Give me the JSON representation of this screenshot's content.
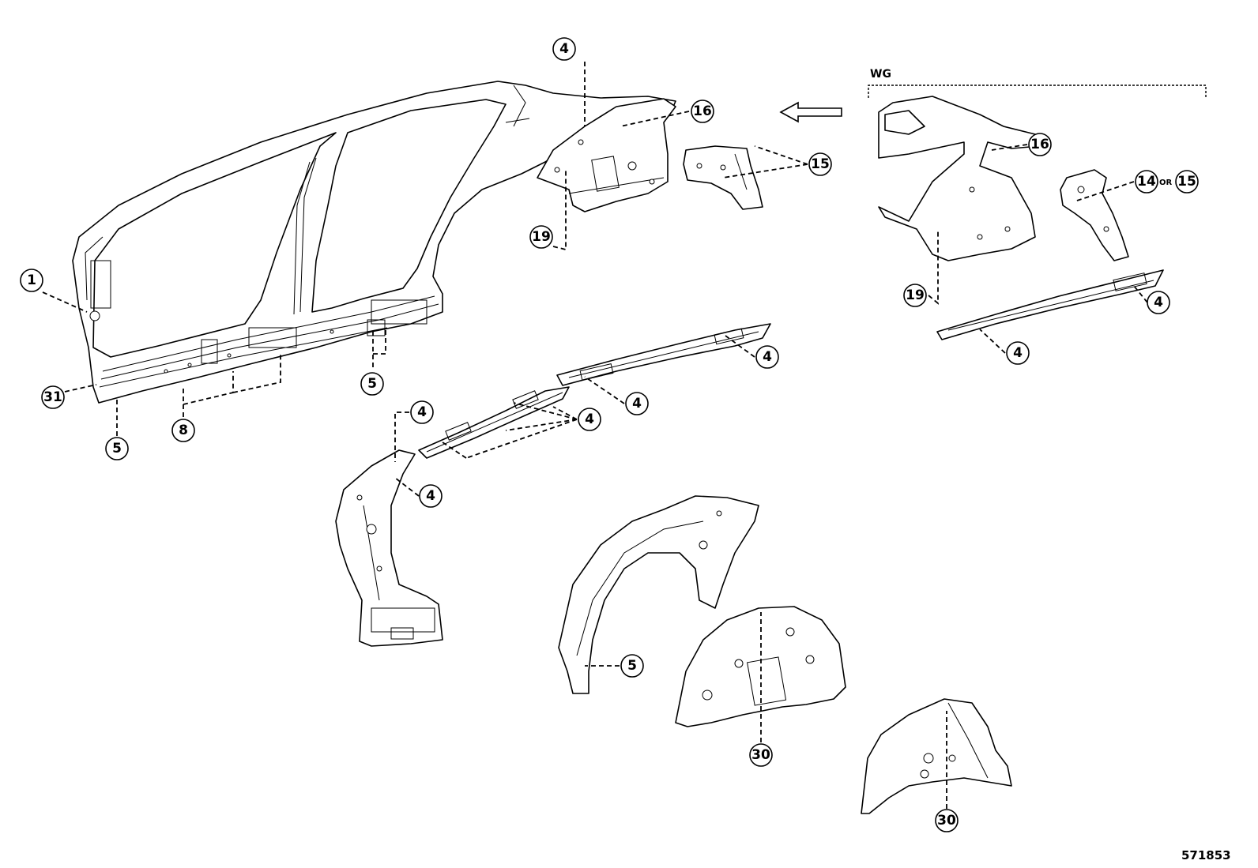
{
  "variant": {
    "label": "WG"
  },
  "or_word": "OR",
  "reference_number": "571853",
  "callouts": {
    "c1": "1",
    "c31": "31",
    "c5a": "5",
    "c8": "8",
    "c5b": "5",
    "c4_top": "4",
    "c16": "16",
    "c15": "15",
    "c19": "19",
    "c4_r1": "4",
    "c4_r2": "4",
    "c4_r3": "4",
    "c4_r4": "4",
    "c4_r5": "4",
    "c5_arch": "5",
    "c30a": "30",
    "c16_wg": "16",
    "c14_wg": "14",
    "c15_wg": "15",
    "c19_wg": "19",
    "c4_wg1": "4",
    "c4_wg2": "4",
    "c30_wg": "30"
  }
}
